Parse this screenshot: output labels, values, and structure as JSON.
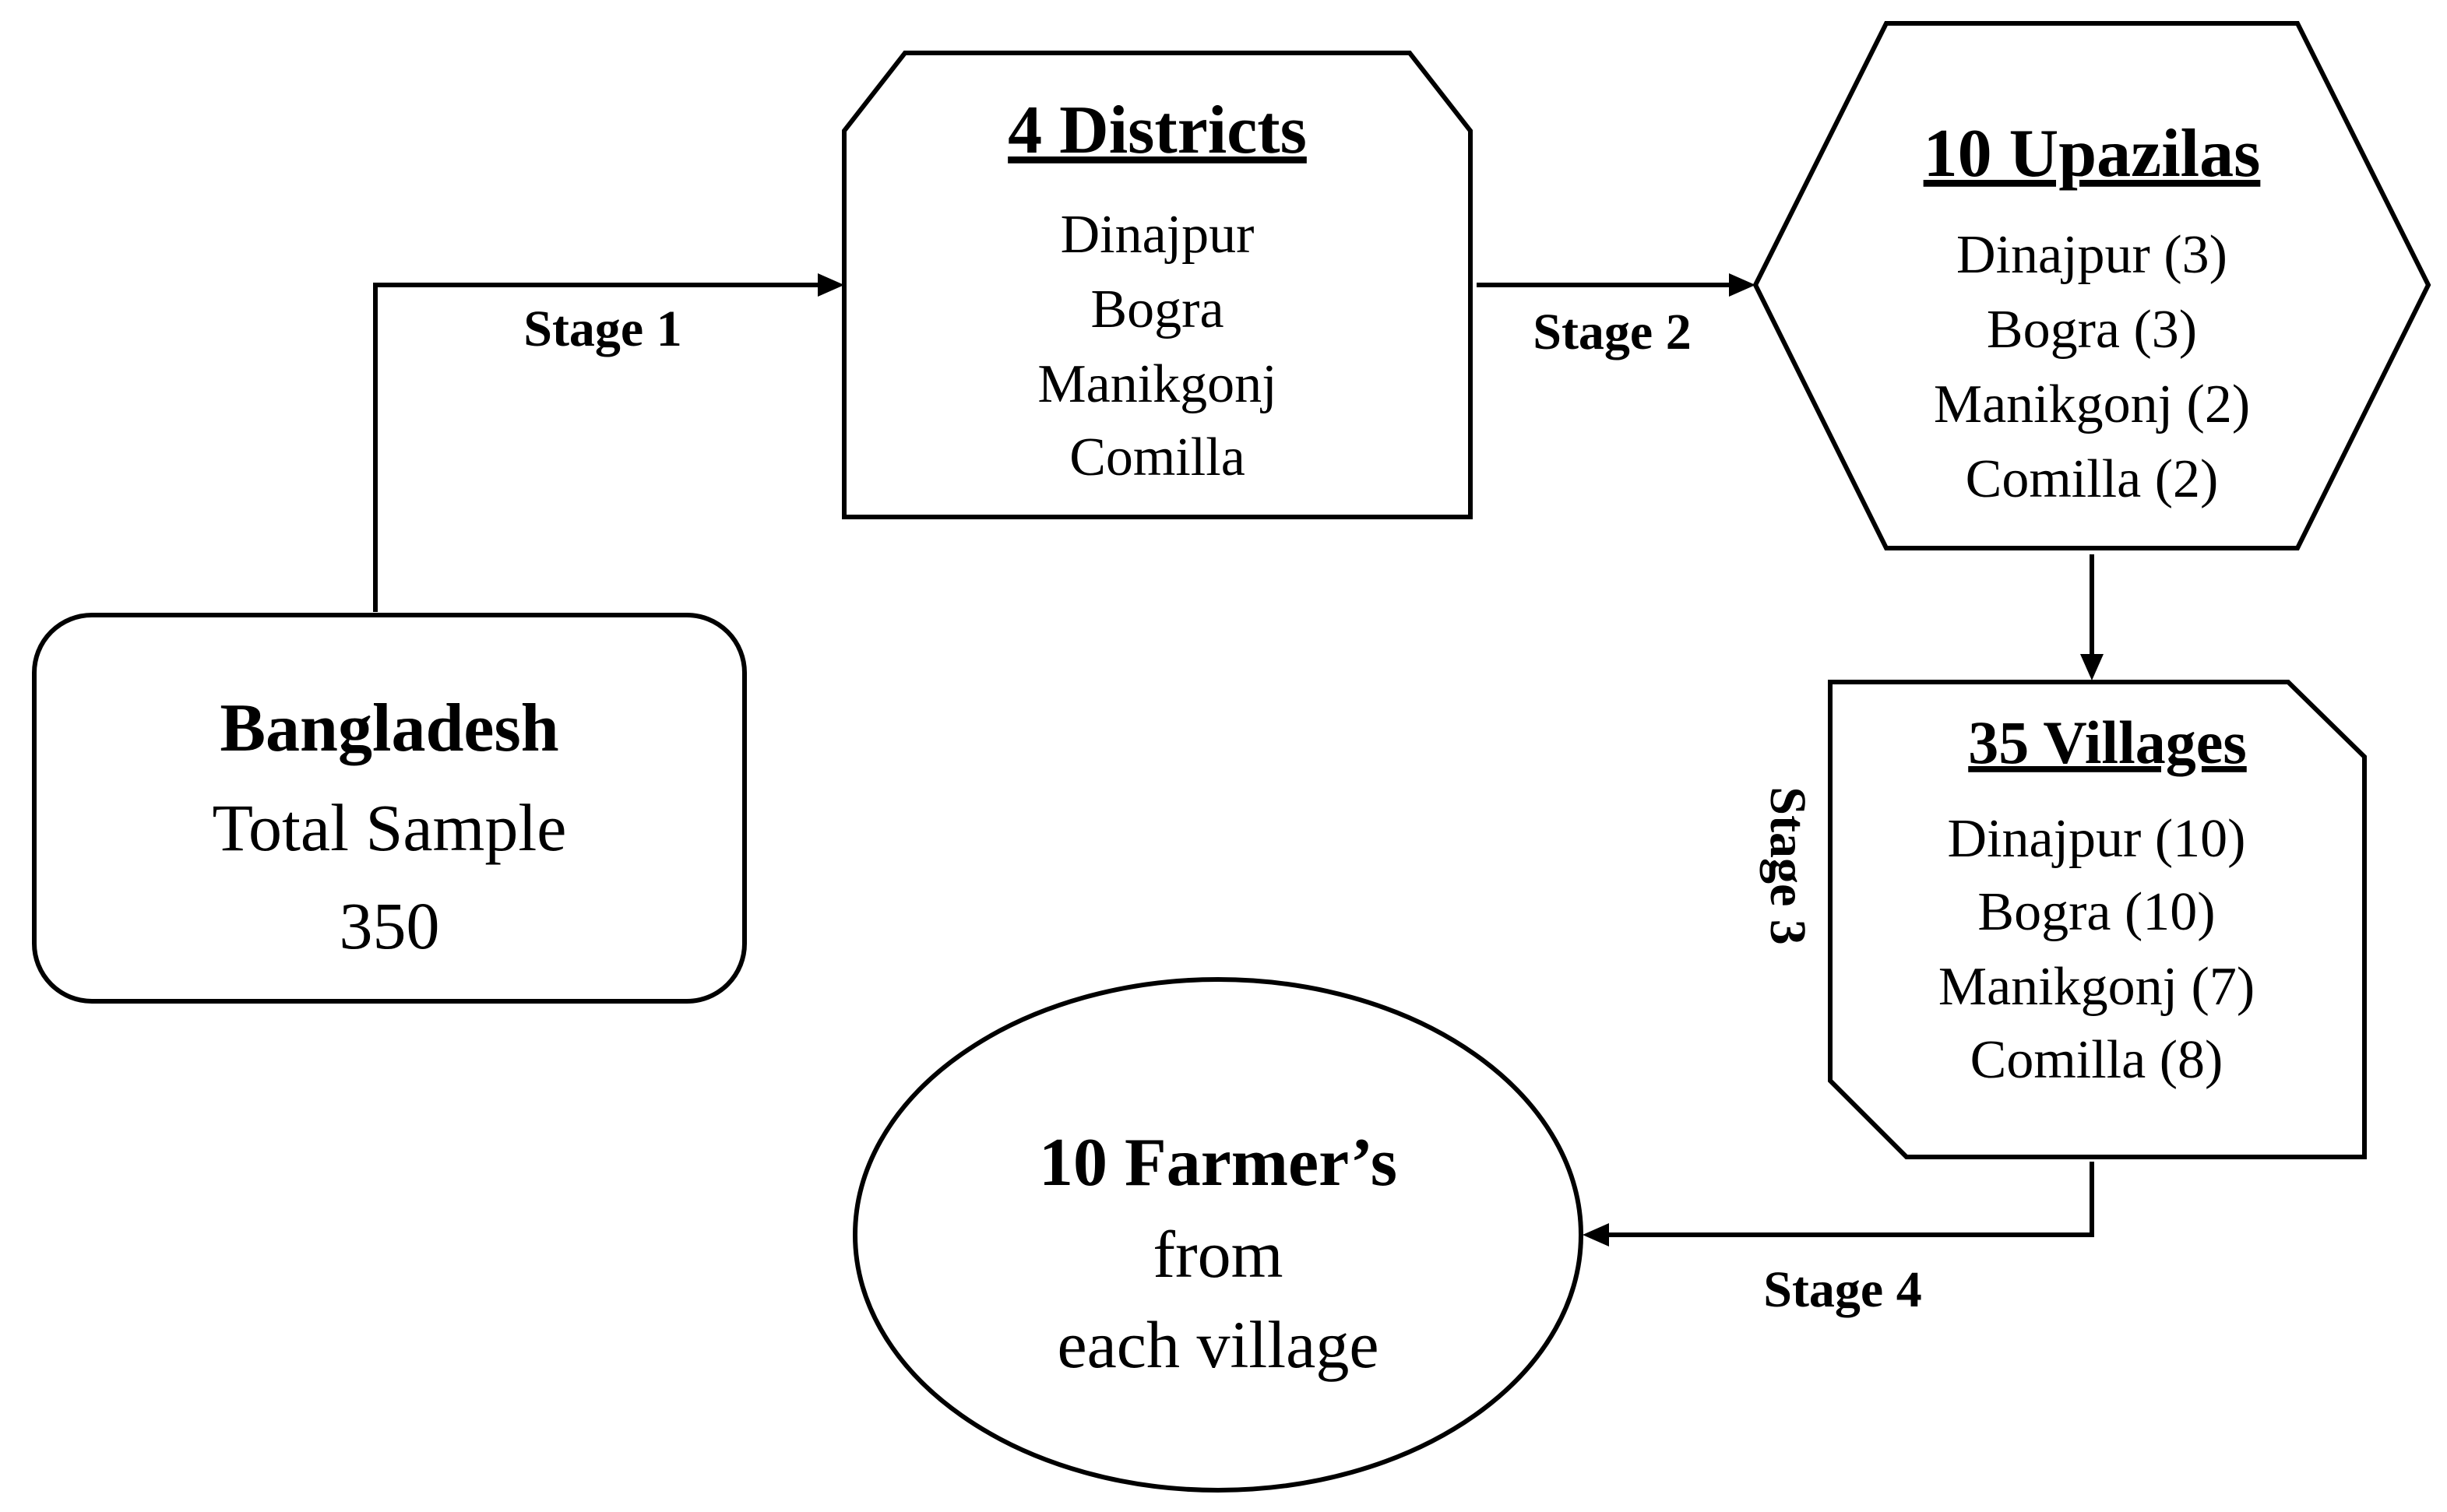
{
  "nodes": {
    "bangladesh": {
      "title": "Bangladesh",
      "line1": "Total Sample",
      "line2": "350"
    },
    "districts": {
      "title": "4 Districts",
      "items": [
        "Dinajpur",
        "Bogra",
        "Manikgonj",
        "Comilla"
      ]
    },
    "upazilas": {
      "title": "10 Upazilas",
      "items": [
        "Dinajpur (3)",
        "Bogra (3)",
        "Manikgonj (2)",
        "Comilla (2)"
      ]
    },
    "villages": {
      "title": "35 Villages",
      "items": [
        "Dinajpur (10)",
        "Bogra (10)",
        "Manikgonj (7)",
        "Comilla (8)"
      ]
    },
    "farmers": {
      "title": "10 Farmer’s",
      "line1": "from",
      "line2": "each village"
    }
  },
  "edges": [
    {
      "from": "bangladesh",
      "to": "districts",
      "label": "Stage 1"
    },
    {
      "from": "districts",
      "to": "upazilas",
      "label": "Stage 2"
    },
    {
      "from": "upazilas",
      "to": "villages",
      "label": "Stage 3"
    },
    {
      "from": "villages",
      "to": "farmers",
      "label": "Stage 4"
    }
  ]
}
